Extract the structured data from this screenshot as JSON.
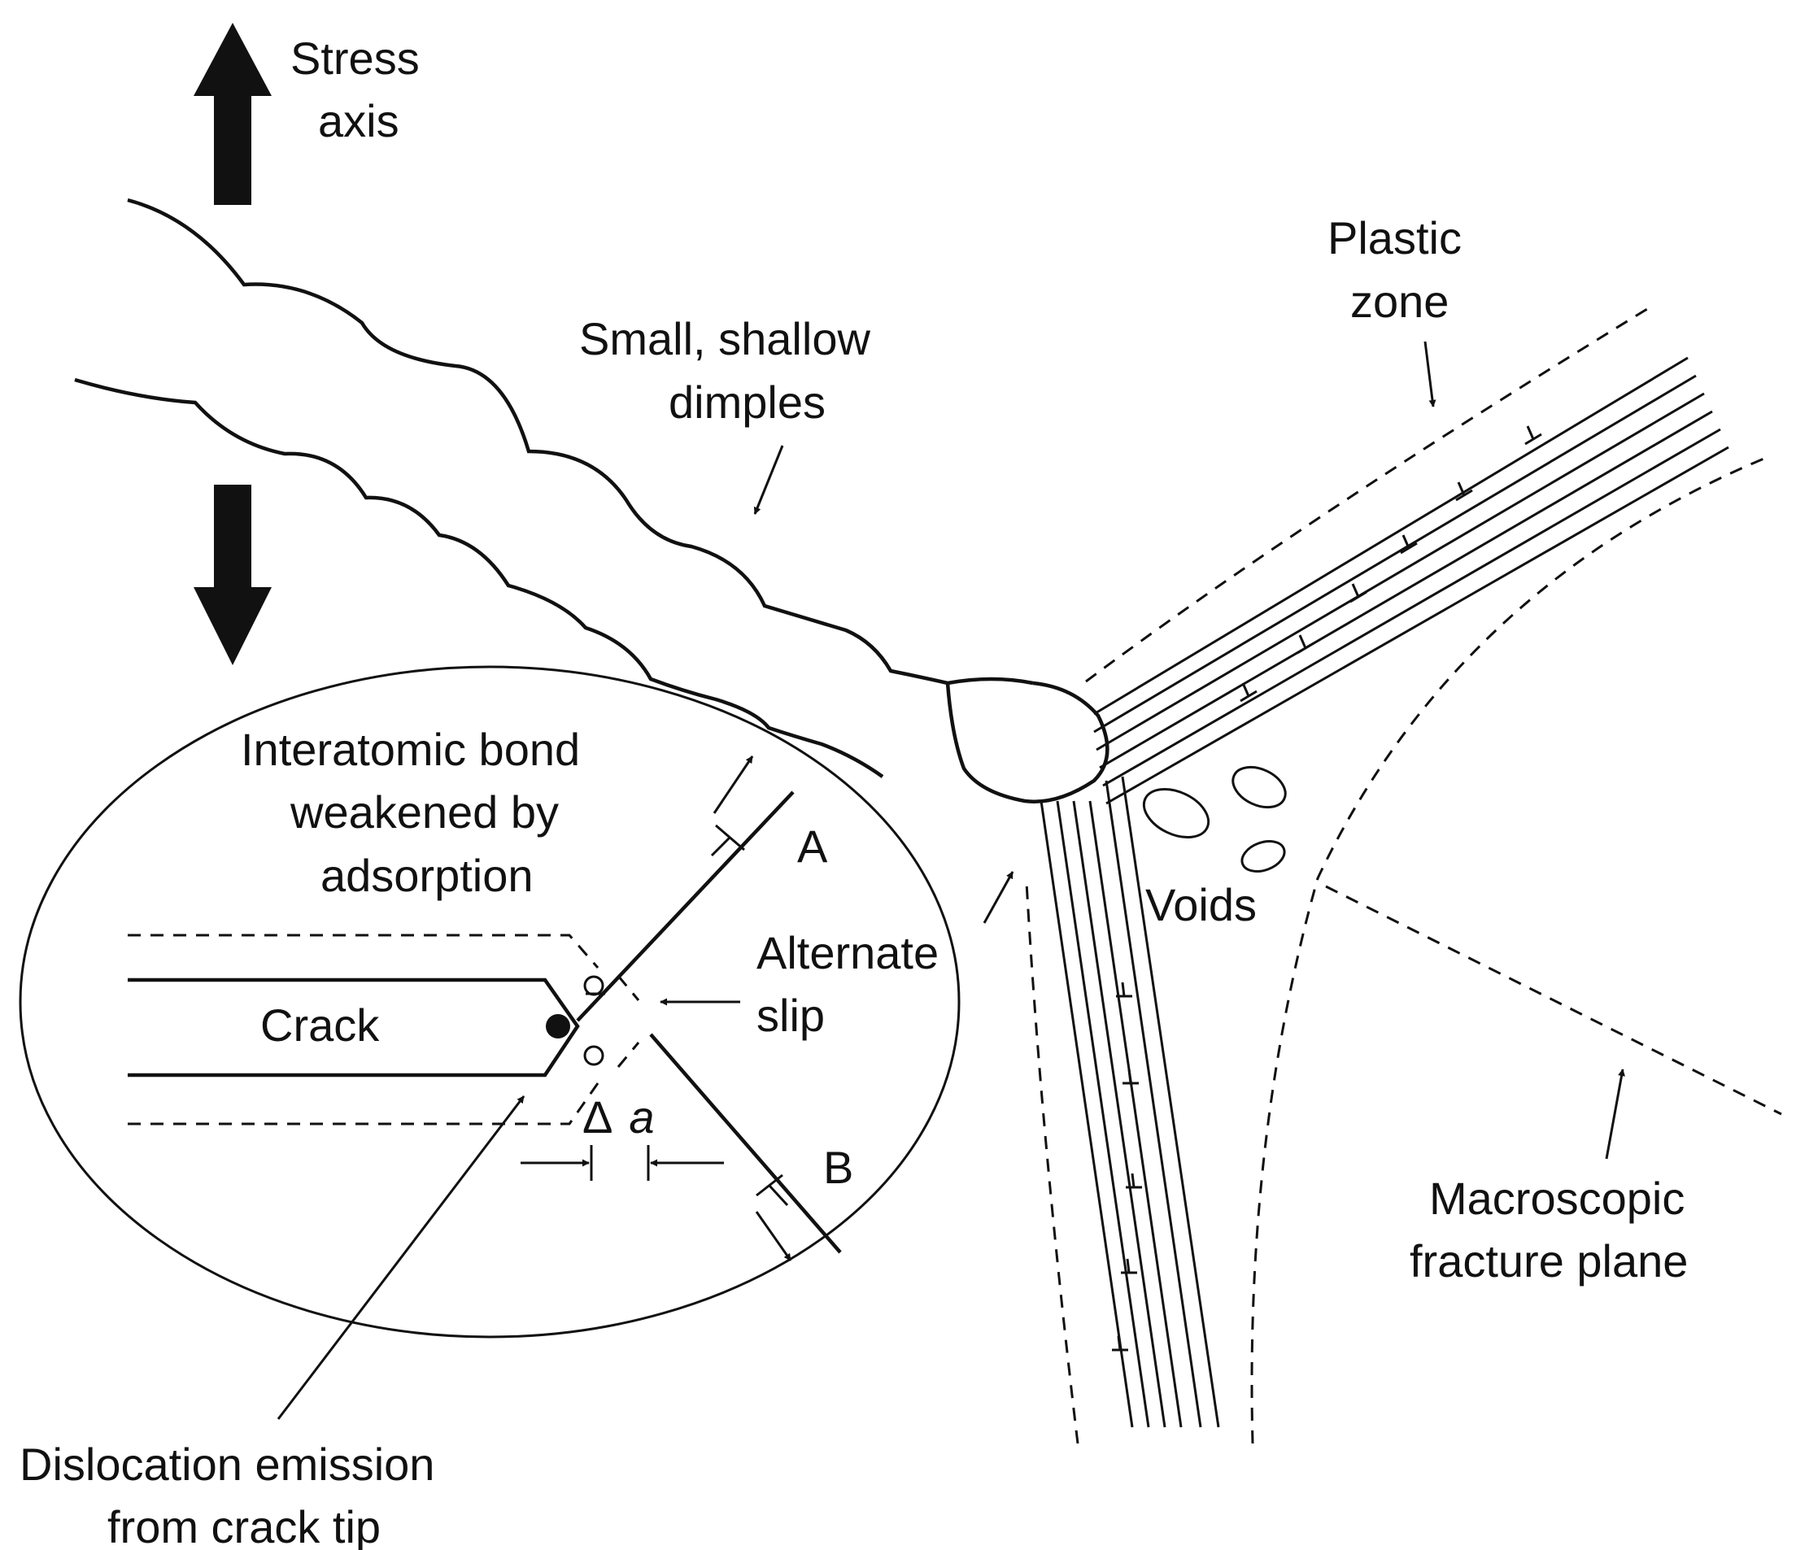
{
  "labels": {
    "stress_axis_1": "Stress",
    "stress_axis_2": "axis",
    "plastic_zone_1": "Plastic",
    "plastic_zone_2": "zone",
    "dimples_1": "Small, shallow",
    "dimples_2": "dimples",
    "bond_1": "Interatomic bond",
    "bond_2": "weakened by",
    "bond_3": "adsorption",
    "slip_a": "A",
    "slip_b": "B",
    "crack": "Crack",
    "alternate_slip_1": "Alternate",
    "alternate_slip_2": "slip",
    "voids": "Voids",
    "delta": "Δ",
    "delta_a": "a",
    "macro_1": "Macroscopic",
    "macro_2": "fracture plane",
    "dislocation_1": "Dislocation emission",
    "dislocation_2": "from crack tip"
  },
  "colors": {
    "ink": "#111111",
    "background": "#ffffff"
  }
}
